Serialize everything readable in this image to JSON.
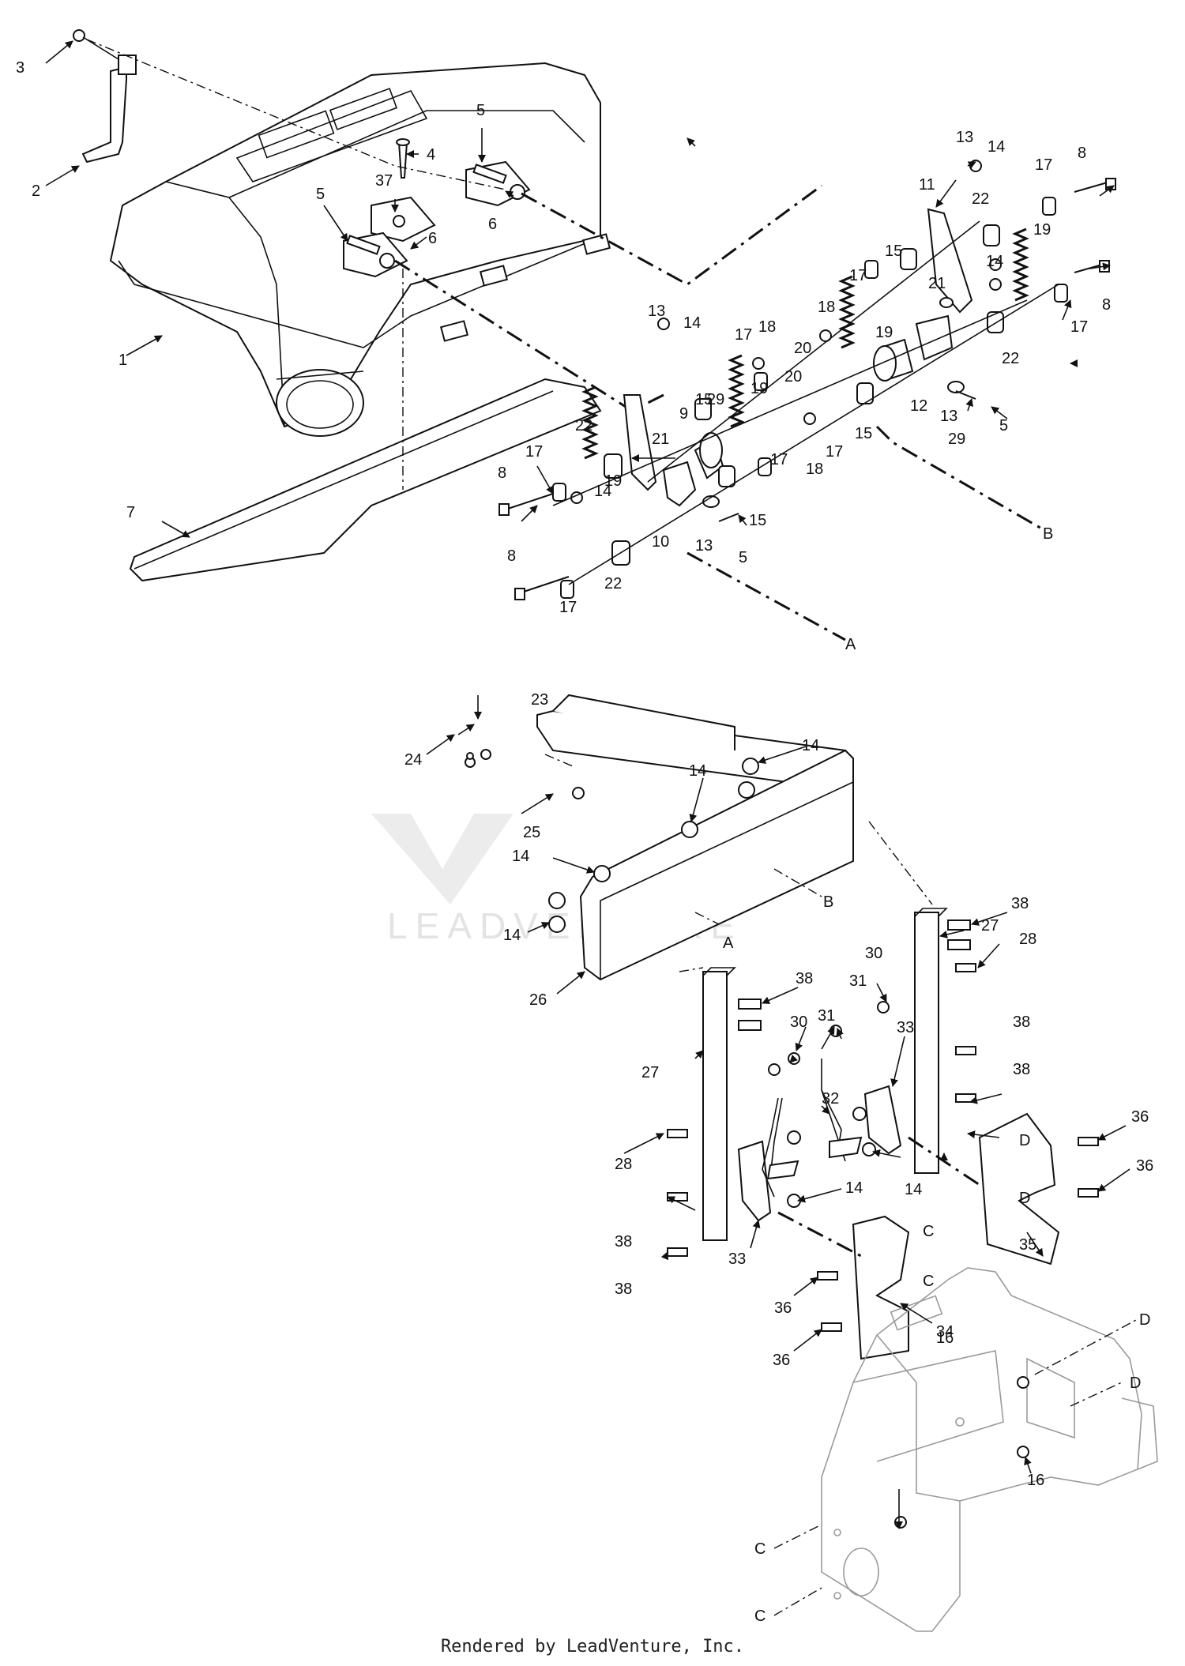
{
  "diagram": {
    "footer_text": "Rendered by LeadVenture, Inc.",
    "watermark_text": "LEADVENTURE",
    "callouts": [
      "1",
      "2",
      "3",
      "4",
      "5",
      "6",
      "7",
      "8",
      "9",
      "10",
      "11",
      "12",
      "13",
      "14",
      "15",
      "16",
      "17",
      "18",
      "19",
      "20",
      "21",
      "22",
      "23",
      "24",
      "25",
      "26",
      "27",
      "28",
      "29",
      "30",
      "31",
      "32",
      "33",
      "34",
      "35",
      "36",
      "37",
      "38"
    ],
    "reference_letters": [
      "A",
      "B",
      "C",
      "D"
    ]
  }
}
